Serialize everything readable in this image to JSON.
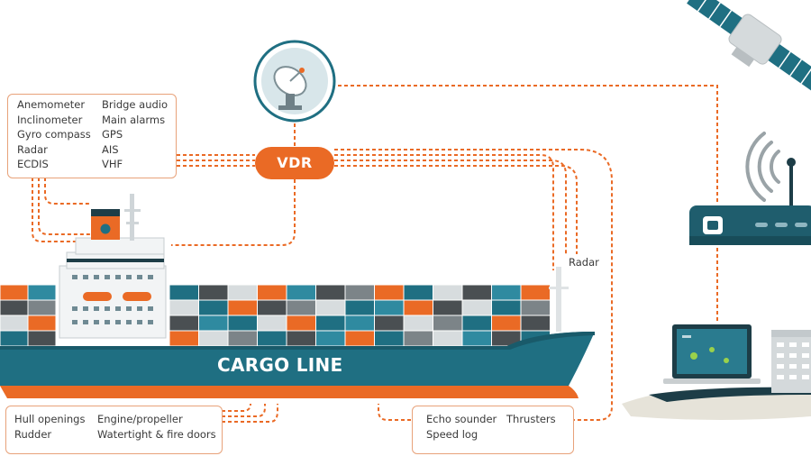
{
  "hub": {
    "label": "VDR"
  },
  "sensor_box_top": {
    "left_column": [
      "Anemometer",
      "Inclinometer",
      "Gyro compass",
      "Radar",
      "ECDIS"
    ],
    "right_column": [
      "Bridge audio",
      "Main alarms",
      "GPS",
      "AIS",
      "VHF"
    ]
  },
  "radar_label": "Radar",
  "ship": {
    "name": "CARGO LINE"
  },
  "sensor_box_bottom_left": {
    "left_column": [
      "Hull openings",
      "Rudder"
    ],
    "right_column": [
      "Engine/propeller",
      "Watertight & fire doors"
    ]
  },
  "sensor_box_bottom_right": {
    "left_column": [
      "Echo sounder",
      "Speed log"
    ],
    "right_column": [
      "Thrusters"
    ]
  },
  "colors": {
    "accent_orange": "#ea6a25",
    "teal": "#1f6f82",
    "dark_teal": "#195a6a",
    "dashed_line": "#ea6a25"
  },
  "icons": [
    "satellite-dish-icon",
    "satellite-icon",
    "wifi-router-icon",
    "laptop-icon",
    "shore-building-icon"
  ]
}
